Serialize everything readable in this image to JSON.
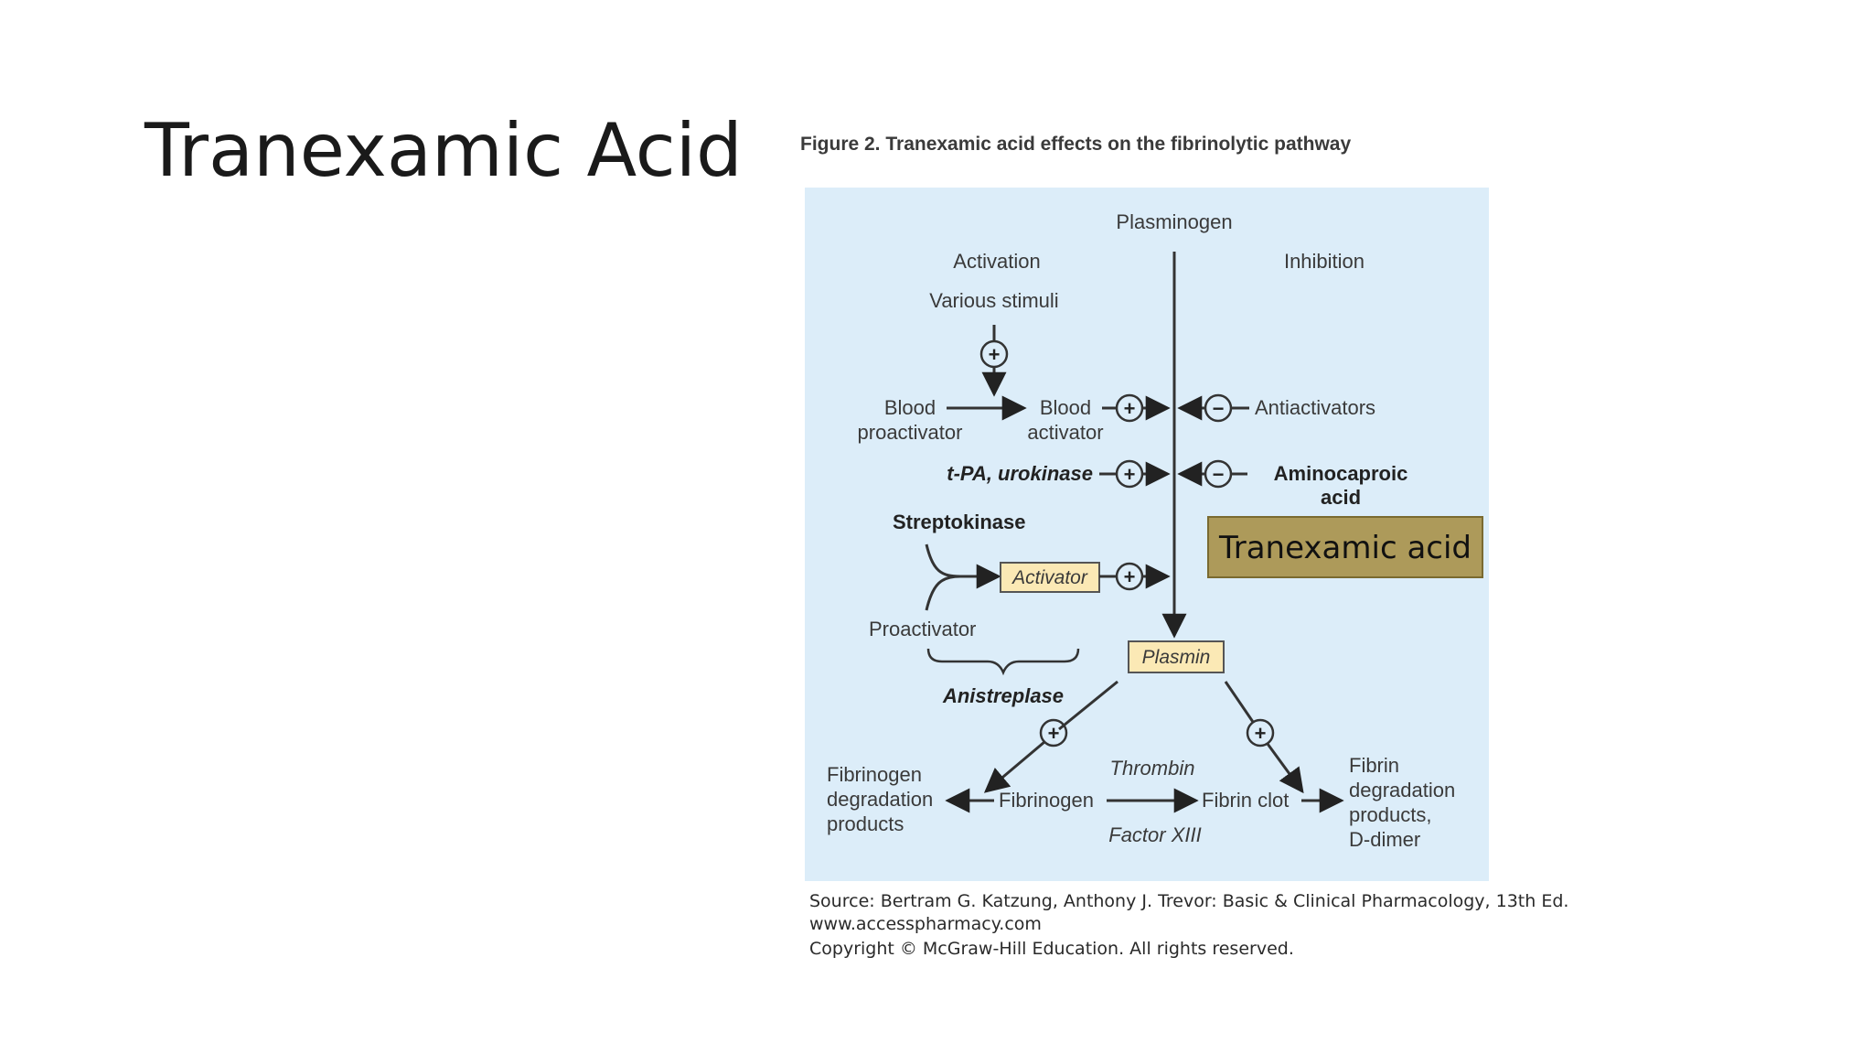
{
  "slide": {
    "title": "Tranexamic Acid"
  },
  "figure": {
    "caption": "Figure 2. Tranexamic acid effects on the fibrinolytic pathway",
    "nodes": {
      "plasminogen": "Plasminogen",
      "activation": "Activation",
      "inhibition": "Inhibition",
      "various_stimuli": "Various stimuli",
      "blood_proactivator_1": "Blood",
      "blood_proactivator_2": "proactivator",
      "blood_activator_1": "Blood",
      "blood_activator_2": "activator",
      "antiactivators": "Antiactivators",
      "tpa_urokinase": "t-PA, urokinase",
      "aminocaproic_1": "Aminocaproic",
      "aminocaproic_2": "acid",
      "tranexamic_acid": "Tranexamic acid",
      "streptokinase": "Streptokinase",
      "activator": "Activator",
      "proactivator": "Proactivator",
      "anistreplase": "Anistreplase",
      "plasmin": "Plasmin",
      "fibrinogen_deg_1": "Fibrinogen",
      "fibrinogen_deg_2": "degradation",
      "fibrinogen_deg_3": "products",
      "fibrinogen": "Fibrinogen",
      "thrombin": "Thrombin",
      "factor_xiii": "Factor XIII",
      "fibrin_clot": "Fibrin clot",
      "fibrin_deg_1": "Fibrin",
      "fibrin_deg_2": "degradation",
      "fibrin_deg_3": "products,",
      "fibrin_deg_4": "D-dimer"
    },
    "symbols": {
      "plus": "+",
      "minus": "−"
    },
    "colors": {
      "diagram_background": "#dcedf9",
      "highlight_box": "#ad9a5a",
      "node_box": "#fbe9b5"
    }
  },
  "source": {
    "line1": "Source: Bertram G. Katzung, Anthony J. Trevor: Basic & Clinical Pharmacology, 13th Ed.",
    "line2": "www.accesspharmacy.com",
    "line3": "Copyright © McGraw-Hill Education. All rights reserved."
  }
}
